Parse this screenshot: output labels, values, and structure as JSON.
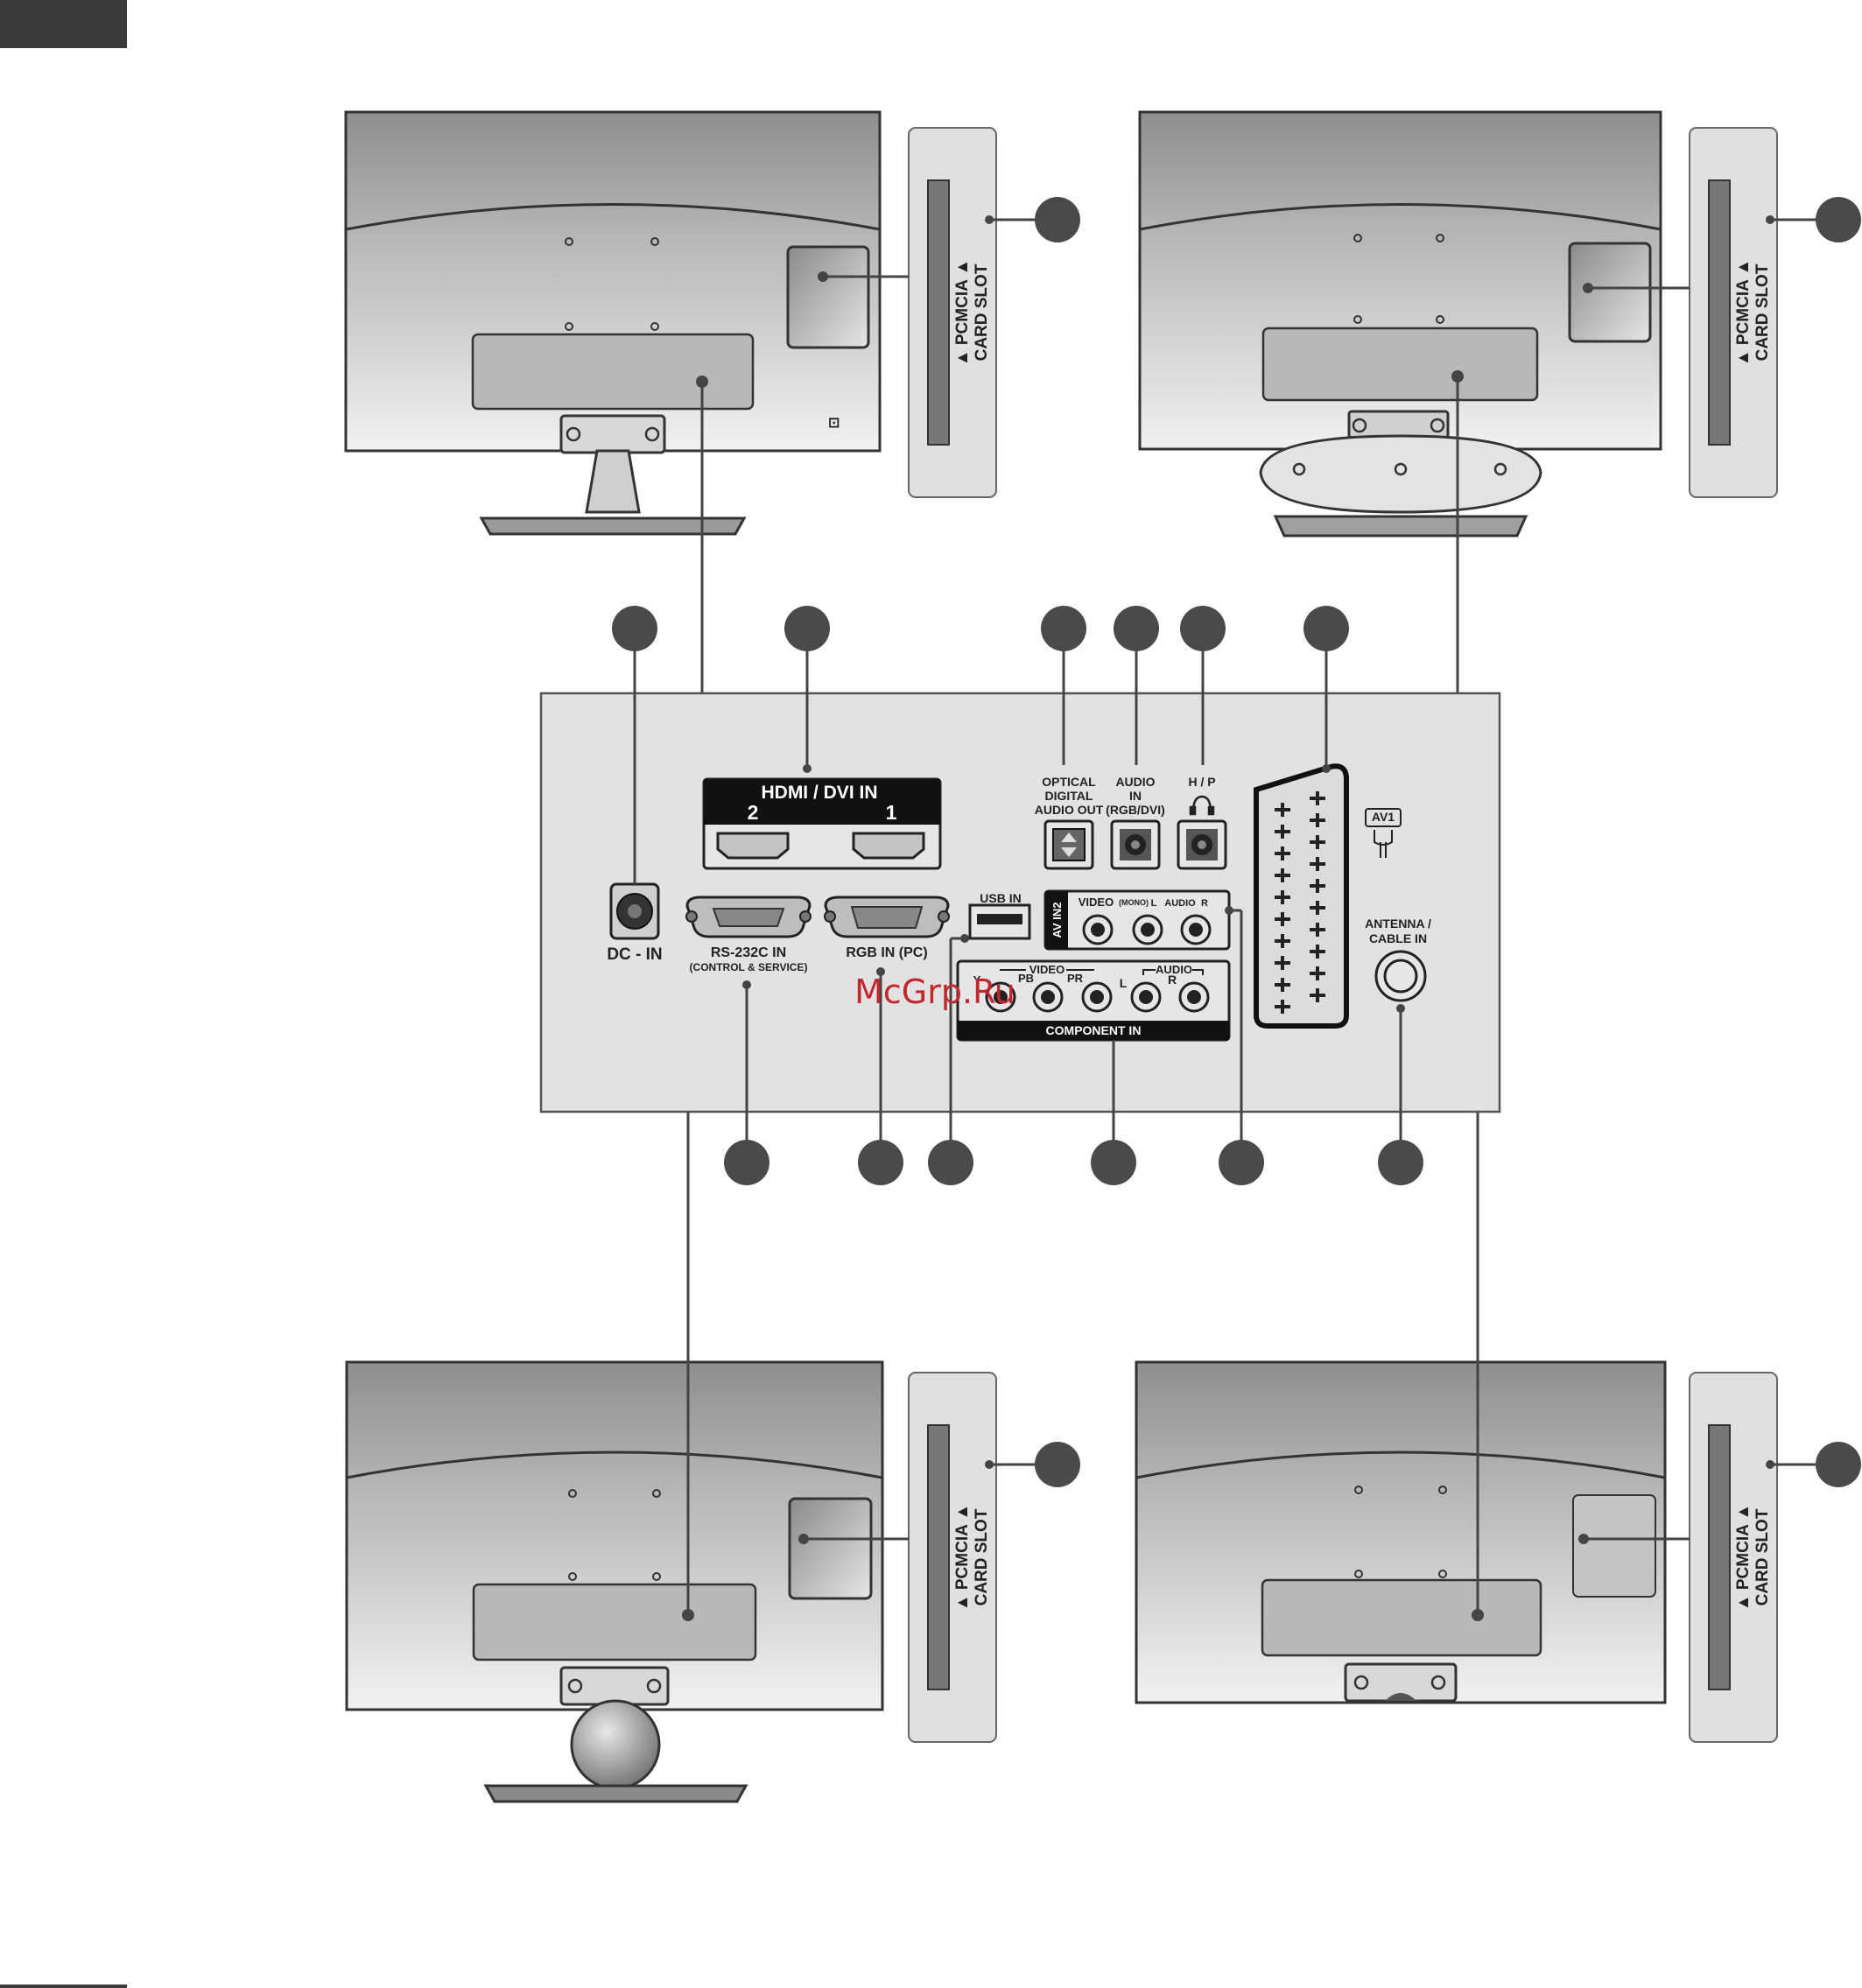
{
  "card_slot": {
    "line1": "▲ PCMCIA ▲",
    "line2": "CARD SLOT"
  },
  "panel": {
    "dc_in": "DC - IN",
    "hdmi_title": "HDMI / DVI IN",
    "hdmi_port_2": "2",
    "hdmi_port_1": "1",
    "rs232_line1": "RS-232C IN",
    "rs232_line2": "(CONTROL & SERVICE)",
    "rgb_in": "RGB IN (PC)",
    "usb_in": "USB IN",
    "optical_line1": "OPTICAL",
    "optical_line2": "DIGITAL",
    "optical_line3": "AUDIO OUT",
    "audio_in_line1": "AUDIO",
    "audio_in_line2": "IN",
    "audio_in_line3": "(RGB/DVI)",
    "hp": "H / P",
    "av_in2": "AV IN2",
    "av_video": "VIDEO",
    "av_mono": "(MONO)",
    "av_audio": "AUDIO",
    "av_l": "L",
    "av_r": "R",
    "comp_video": "VIDEO",
    "comp_audio": "AUDIO",
    "comp_y": "Y",
    "comp_pb": "PB",
    "comp_pr": "PR",
    "comp_l": "L",
    "comp_r": "R",
    "component_in": "COMPONENT IN",
    "av1": "AV1",
    "antenna_line1": "ANTENNA /",
    "antenna_line2": "CABLE IN"
  },
  "watermark": "McGrp.Ru",
  "colors": {
    "panel_fill": "#e2e2e2",
    "tv_dark": "#8f8f8f",
    "callout_dot": "#4a4a4a",
    "label_bar": "#111111",
    "watermark": "#c0282d"
  }
}
